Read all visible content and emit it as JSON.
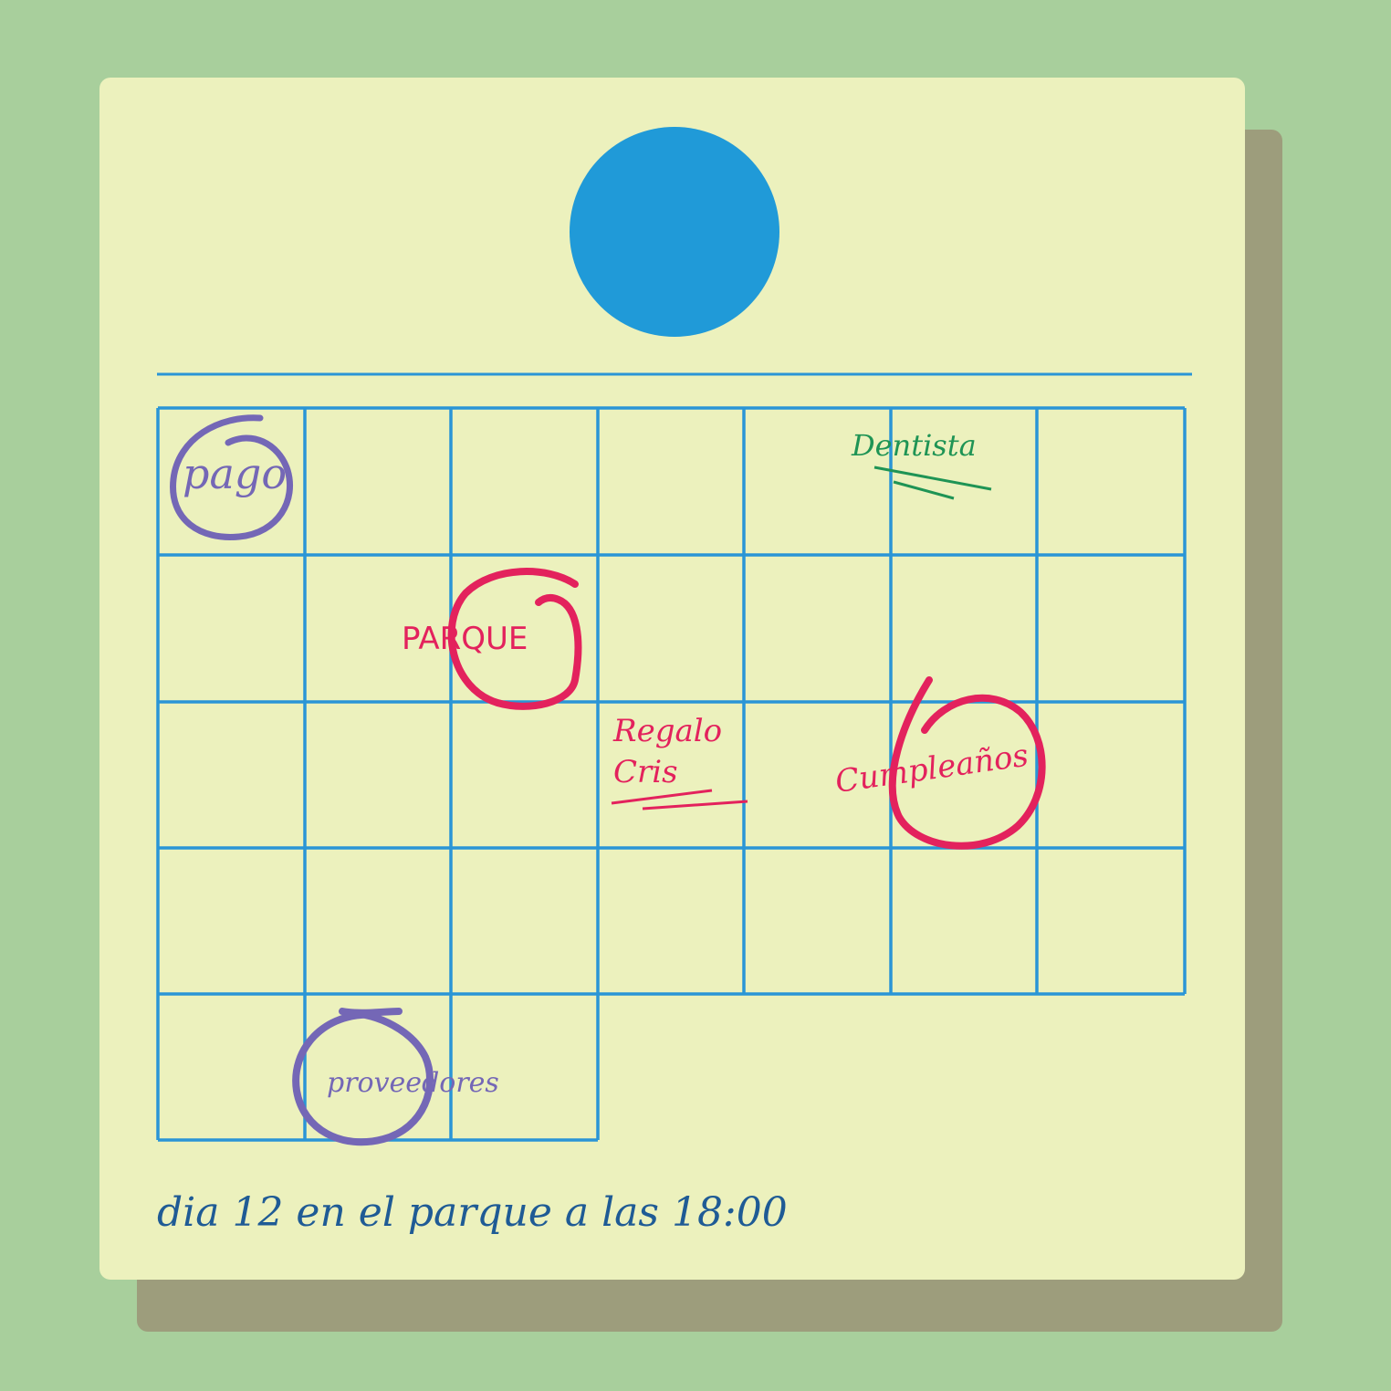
{
  "calendar": {
    "notes": {
      "pago": "pago",
      "dentista": "Dentista",
      "parque": "PARQUE",
      "regalo_line1": "Regalo",
      "regalo_line2": "Cris",
      "cumpleanos": "Cumpleaños",
      "proveedores": "proveedores"
    },
    "footer_note": "dia 12 en el parque a las 18:00"
  },
  "colors": {
    "background": "#a8cf9c",
    "paper": "#ecf1bd",
    "shadow": "#9d9d7c",
    "pin": "#209ad8",
    "grid": "#2a95d6",
    "purple_ink": "#7467b6",
    "red_ink": "#e3225d",
    "green_ink": "#1f9455",
    "blue_ink": "#1f5b95"
  }
}
